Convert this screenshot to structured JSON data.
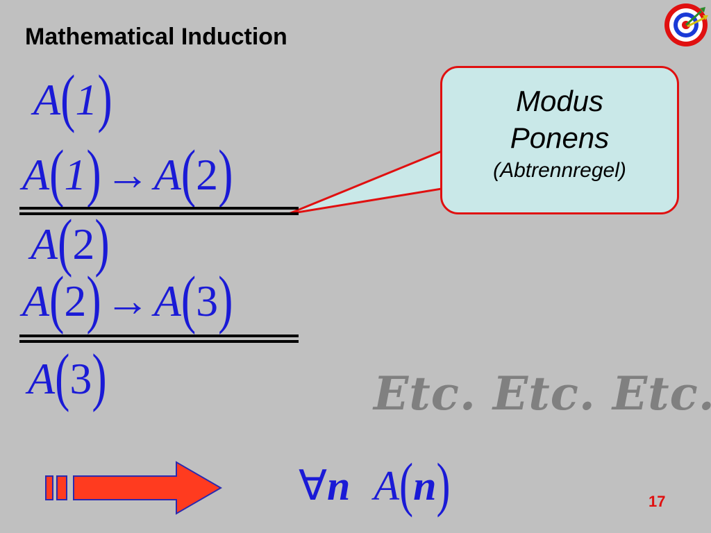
{
  "slide": {
    "title": "Mathematical Induction",
    "page_number": "17"
  },
  "formulas": {
    "a1": {
      "fn": "A",
      "arg": "1"
    },
    "a1_implies_a2": {
      "fn1": "A",
      "arg1": "1",
      "arrow": "→",
      "fn2": "A",
      "arg2": "2"
    },
    "a2": {
      "fn": "A",
      "arg": "2"
    },
    "a2_implies_a3": {
      "fn1": "A",
      "arg1": "2",
      "arrow": "→",
      "fn2": "A",
      "arg2": "3"
    },
    "a3": {
      "fn": "A",
      "arg": "3"
    },
    "conclusion": {
      "forall": "∀",
      "var": "n",
      "fn": "A",
      "arg": "n"
    }
  },
  "callout": {
    "line1": "Modus",
    "line2": "Ponens",
    "line3": "(Abtrennregel)"
  },
  "etc_text": "Etc. Etc. Etc.",
  "colors": {
    "background": "#c0c0c0",
    "formula": "#1a1ad6",
    "accent_red": "#e01010",
    "callout_fill": "#c9e8e8",
    "etc_gray": "#808080"
  },
  "icons": {
    "logo": "target-dart-icon",
    "arrow": "right-arrow-icon"
  }
}
